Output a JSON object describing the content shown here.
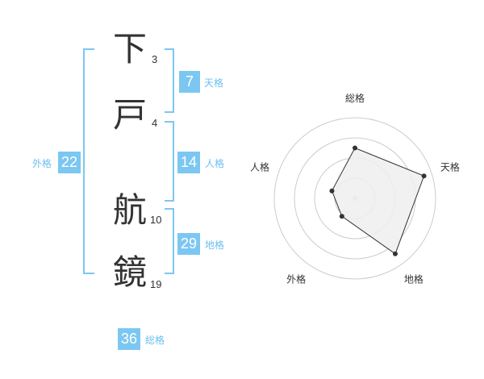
{
  "name": {
    "chars": [
      {
        "char": "下",
        "strokes": "3"
      },
      {
        "char": "戸",
        "strokes": "4"
      },
      {
        "char": "航",
        "strokes": "10"
      },
      {
        "char": "鏡",
        "strokes": "19"
      }
    ]
  },
  "kaku": {
    "tenkaku": {
      "value": "7",
      "label": "天格"
    },
    "jinkaku": {
      "value": "14",
      "label": "人格"
    },
    "chikaku": {
      "value": "29",
      "label": "地格"
    },
    "gaikaku": {
      "value": "22",
      "label": "外格"
    },
    "soukaku": {
      "value": "36",
      "label": "総格"
    }
  },
  "colors": {
    "accent": "#7cc7f2",
    "text": "#333333",
    "radar_fill": "#eeeeee"
  },
  "chart_data": {
    "type": "radar",
    "axes": [
      "総格",
      "天格",
      "地格",
      "外格",
      "人格"
    ],
    "rings": 4,
    "max": 4,
    "values": [
      2.5,
      3.6,
      3.4,
      1.1,
      1.2
    ]
  }
}
